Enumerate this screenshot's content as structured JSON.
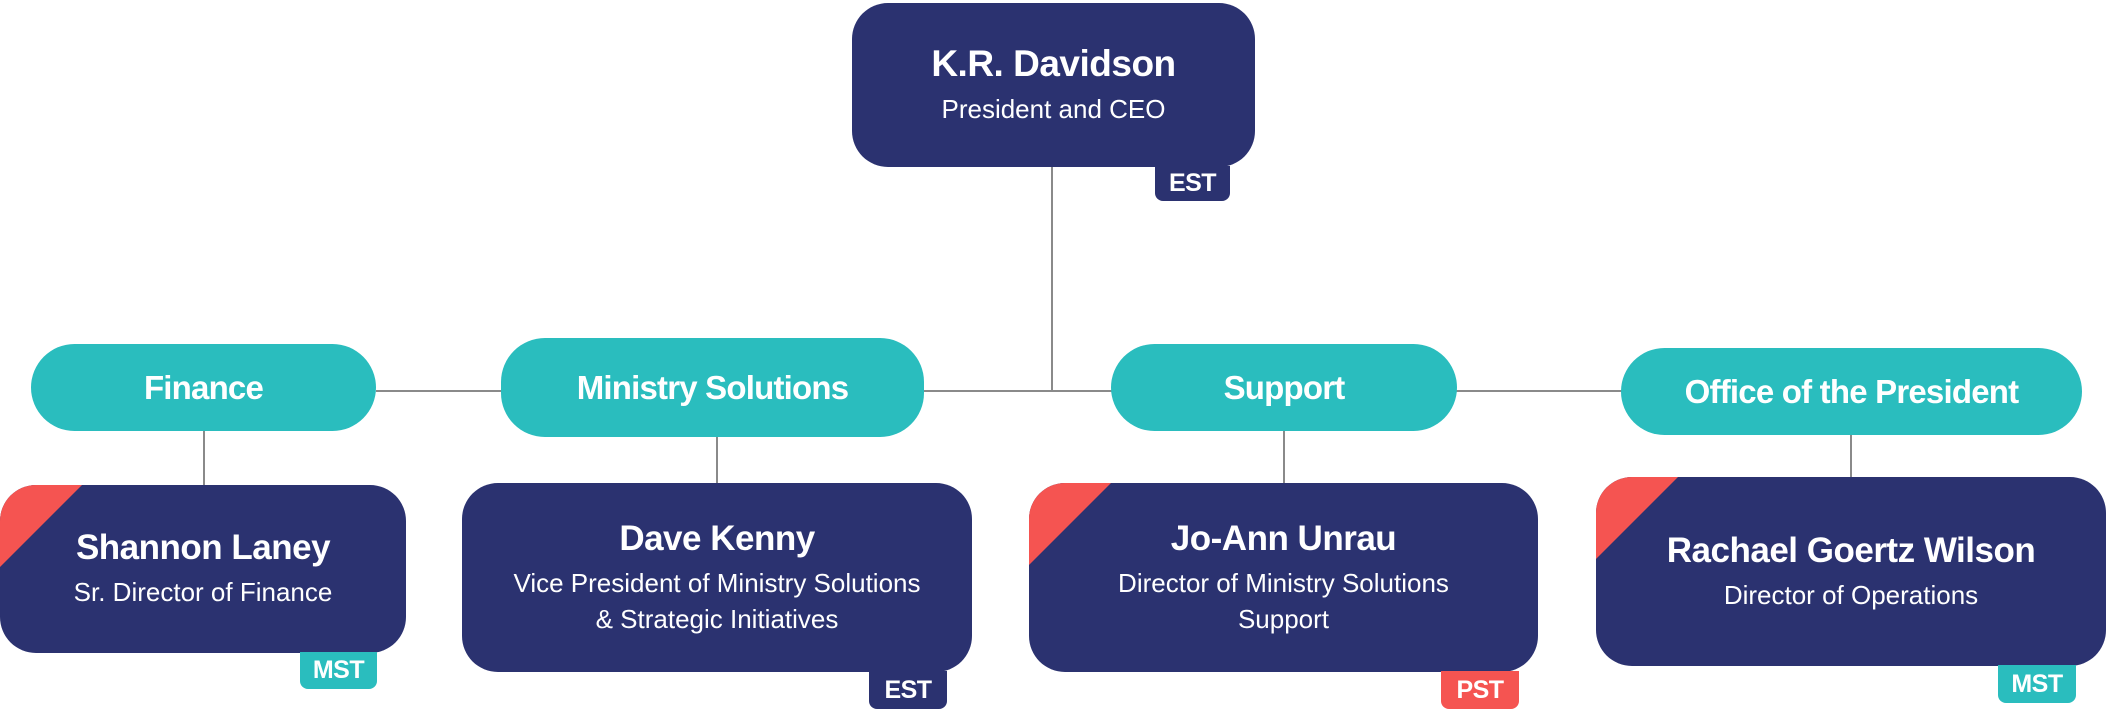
{
  "colors": {
    "navy": "#2b3270",
    "teal": "#2abdbe",
    "red": "#f55451"
  },
  "ceo": {
    "name": "K.R. Davidson",
    "title": "President and CEO",
    "timezone": "EST"
  },
  "departments": [
    {
      "label": "Finance",
      "person": {
        "name": "Shannon Laney",
        "title_lines": [
          "Sr. Director of Finance"
        ],
        "timezone": "MST",
        "new": true
      }
    },
    {
      "label": "Ministry Solutions",
      "person": {
        "name": "Dave Kenny",
        "title_lines": [
          "Vice President of Ministry Solutions",
          "& Strategic Initiatives"
        ],
        "timezone": "EST",
        "new": false
      }
    },
    {
      "label": "Support",
      "person": {
        "name": "Jo-Ann Unrau",
        "title_lines": [
          "Director of Ministry Solutions",
          "Support"
        ],
        "timezone": "PST",
        "new": true
      }
    },
    {
      "label": "Office of the President",
      "person": {
        "name": "Rachael Goertz Wilson",
        "title_lines": [
          "Director of Operations"
        ],
        "timezone": "MST",
        "new": true
      }
    }
  ]
}
